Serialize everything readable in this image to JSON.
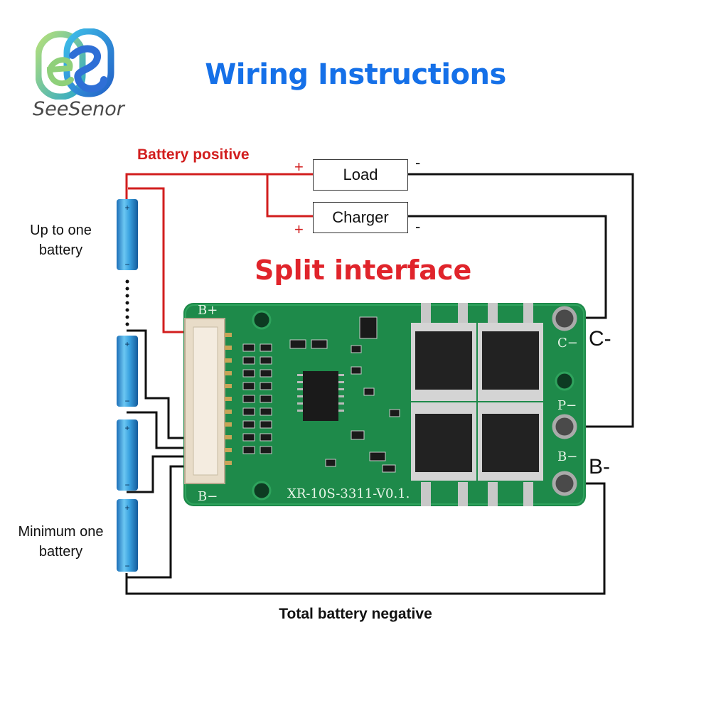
{
  "logo": {
    "name": "SeeSenor",
    "icon": "seesenor-logo-icon"
  },
  "title": "Wiring Instructions",
  "labels": {
    "battery_positive": "Battery positive",
    "load": "Load",
    "charger": "Charger",
    "split_interface": "Split interface",
    "up_to_one_battery": "Up to one battery",
    "minimum_one_battery": "Minimum one battery",
    "total_battery_negative": "Total battery negative",
    "plus_sign": "+",
    "minus_sign": "-",
    "c_minus": "C-",
    "b_minus": "B-"
  },
  "board": {
    "model": "XR-10S-3311-V0.1.",
    "silk_b_plus": "B+",
    "silk_b_minus": "B−",
    "silk_c_minus": "C−",
    "silk_p_minus": "P−",
    "silk_b_minus_right": "B−"
  },
  "colors": {
    "title": "#1570e8",
    "positive_wire": "#d21e1e",
    "negative_wire": "#111111",
    "pcb": "#1e8a4a",
    "battery": "#3a9fdc"
  }
}
